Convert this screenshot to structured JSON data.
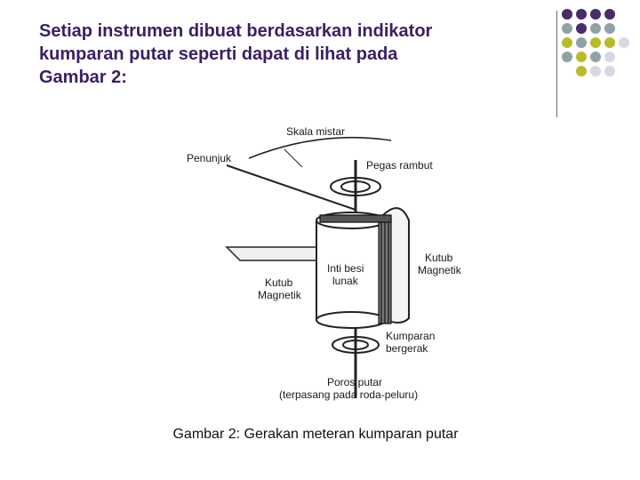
{
  "slide": {
    "title": "Setiap instrumen dibuat berdasarkan indikator\nkumparan putar seperti dapat di lihat pada\nGambar 2:",
    "caption": "Gambar 2: Gerakan meteran kumparan putar"
  },
  "figure": {
    "labels": {
      "skala_mistar": "Skala mistar",
      "penunjuk": "Penunjuk",
      "pegas_rambut": "Pegas rambut",
      "kutub_kanan_1": "Kutub",
      "kutub_kanan_2": "Magnetik",
      "inti_1": "Inti besi",
      "inti_2": "lunak",
      "kutub_kiri_1": "Kutub",
      "kutub_kiri_2": "Magnetik",
      "kumparan_1": "Kumparan",
      "kumparan_2": "bergerak",
      "poros_1": "Poros putar",
      "poros_2": "(terpasang pada roda-peluru)"
    }
  },
  "decor": {
    "dot_colors": [
      "#4a2a6b",
      "#8fa2a6",
      "#b9bc2a",
      "#d7d7e3"
    ]
  }
}
